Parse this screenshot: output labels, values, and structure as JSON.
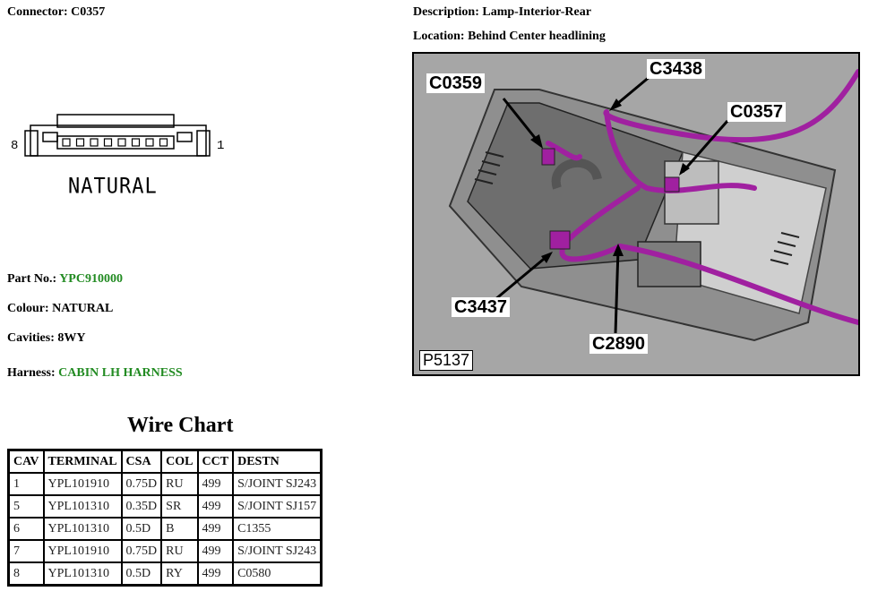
{
  "header": {
    "connector_label": "Connector:",
    "connector_value": "C0357",
    "description_label": "Description:",
    "description_value": "Lamp-Interior-Rear",
    "location_label": "Location:",
    "location_value": "Behind Center headlining"
  },
  "connector_diagram": {
    "pin_left": "8",
    "pin_right": "1",
    "caption": "NATURAL",
    "cavity_count": 8
  },
  "details": {
    "part_no_label": "Part No.:",
    "part_no_value": "YPC910000",
    "colour_label": "Colour:",
    "colour_value": "NATURAL",
    "cavities_label": "Cavities:",
    "cavities_value": "8WY",
    "harness_label": "Harness:",
    "harness_value": "CABIN LH HARNESS",
    "link_color": "#228b22"
  },
  "photo": {
    "callouts": [
      "C0359",
      "C3438",
      "C0357",
      "C3437",
      "C2890"
    ],
    "reference": "P5137",
    "wire_color": "#a020a0"
  },
  "wire_chart": {
    "title": "Wire Chart",
    "columns": [
      "CAV",
      "TERMINAL",
      "CSA",
      "COL",
      "CCT",
      "DESTN"
    ],
    "rows": [
      [
        "1",
        "YPL101910",
        "0.75D",
        "RU",
        "499",
        "S/JOINT SJ243"
      ],
      [
        "5",
        "YPL101310",
        "0.35D",
        "SR",
        "499",
        "S/JOINT SJ157"
      ],
      [
        "6",
        "YPL101310",
        "0.5D",
        "B",
        "499",
        "C1355"
      ],
      [
        "7",
        "YPL101910",
        "0.75D",
        "RU",
        "499",
        "S/JOINT SJ243"
      ],
      [
        "8",
        "YPL101310",
        "0.5D",
        "RY",
        "499",
        "C0580"
      ]
    ]
  }
}
